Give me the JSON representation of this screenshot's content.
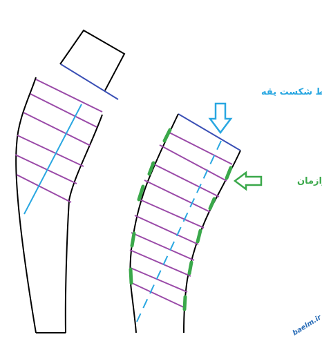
{
  "labels": {
    "fracture_line": "خط شکست یقه",
    "stiffener": "اوازمان",
    "watermark": "baelm.ir"
  },
  "colors": {
    "outline": "#000000",
    "neck_cut": "#3a4fb5",
    "hatch": "#9a4aa8",
    "fracture": "#29a7e1",
    "stiffener": "#3aa84a",
    "arrow_blue": "#29a7e1",
    "arrow_green": "#3aa84a"
  }
}
